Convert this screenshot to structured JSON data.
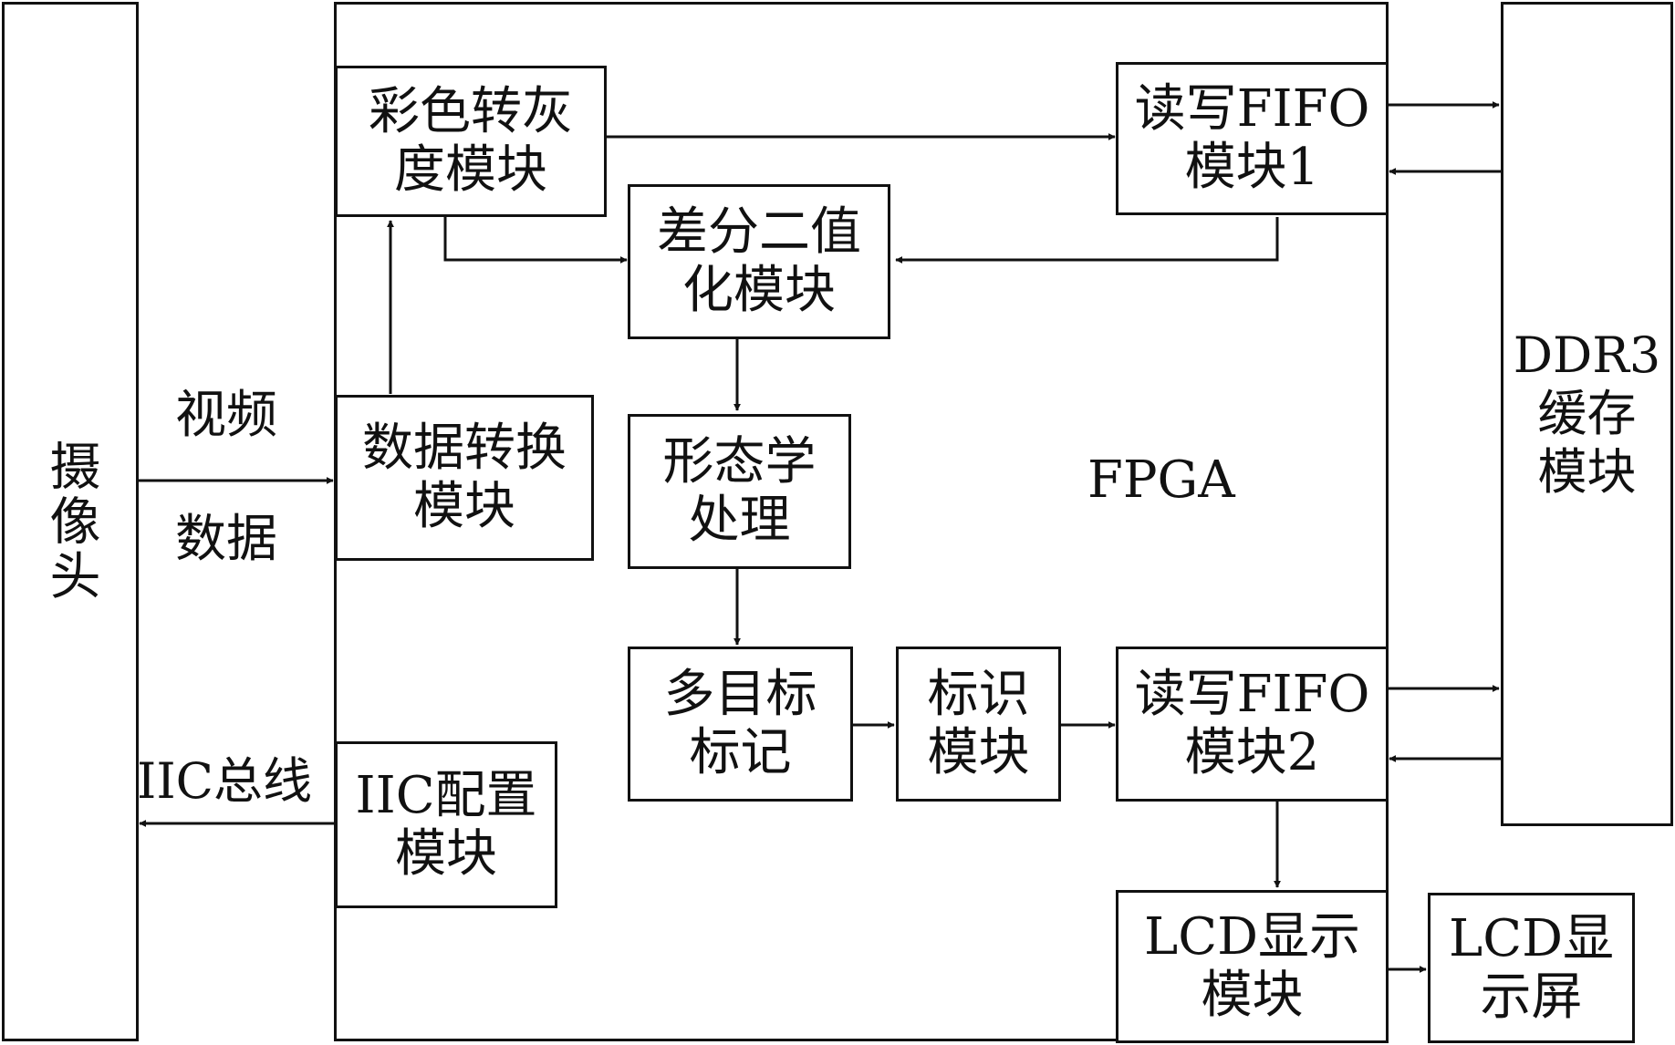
{
  "blocks": {
    "camera": "摄像头",
    "fpga": "FPGA",
    "ddr3": "DDR3\n缓存\n模块",
    "color_to_gray": "彩色转灰\n度模块",
    "fifo1": "读写FIFO\n模块1",
    "diff_binarize": "差分二值\n化模块",
    "data_convert": "数据转换\n模块",
    "morphology": "形态学\n处理",
    "multi_target": "多目标\n标记",
    "identify": "标识\n模块",
    "fifo2": "读写FIFO\n模块2",
    "iic_config": "IIC配置\n模块",
    "lcd_module": "LCD显示\n模块",
    "lcd_screen": "LCD显\n示屏"
  },
  "signals": {
    "video": "视频",
    "data": "数据",
    "iic_bus": "IIC总线"
  }
}
